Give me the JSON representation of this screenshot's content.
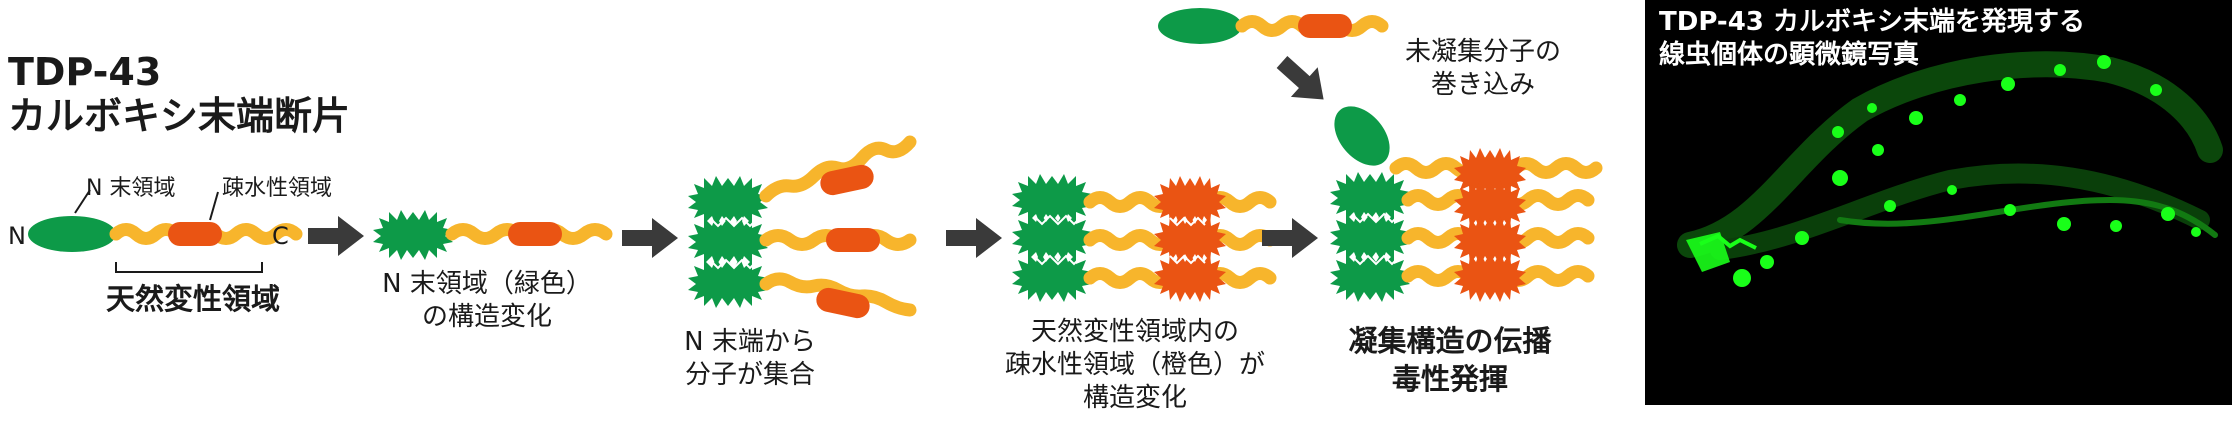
{
  "title": {
    "line1": "TDP-43",
    "line2": "カルボキシ末端断片"
  },
  "labels": {
    "n_label": "N",
    "c_label": "C",
    "n_terminal_domain": "N 末領域",
    "hydrophobic_domain": "疎水性領域",
    "denatured_domain": "天然変性領域"
  },
  "steps": [
    {
      "line1": "N 末領域（緑色）",
      "line2": "の構造変化"
    },
    {
      "line1": "N 末端から",
      "line2": "分子が集合"
    },
    {
      "line1": "天然変性領域内の",
      "line2": "疎水性領域（橙色）が",
      "line3": "構造変化"
    },
    {
      "line1": "凝集構造の伝播",
      "line2": "毒性発揮"
    }
  ],
  "recruit": {
    "line1": "未凝集分子の",
    "line2": "巻き込み"
  },
  "micrograph": {
    "line1": "TDP-43 カルボキシ末端を発現する",
    "line2": "線虫個体の顕微鏡写真"
  },
  "colors": {
    "green": "#0d9a48",
    "orange": "#ea5413",
    "yellow": "#f7b52c",
    "arrow": "#3a3a3a",
    "fluor": "#19ff19"
  }
}
